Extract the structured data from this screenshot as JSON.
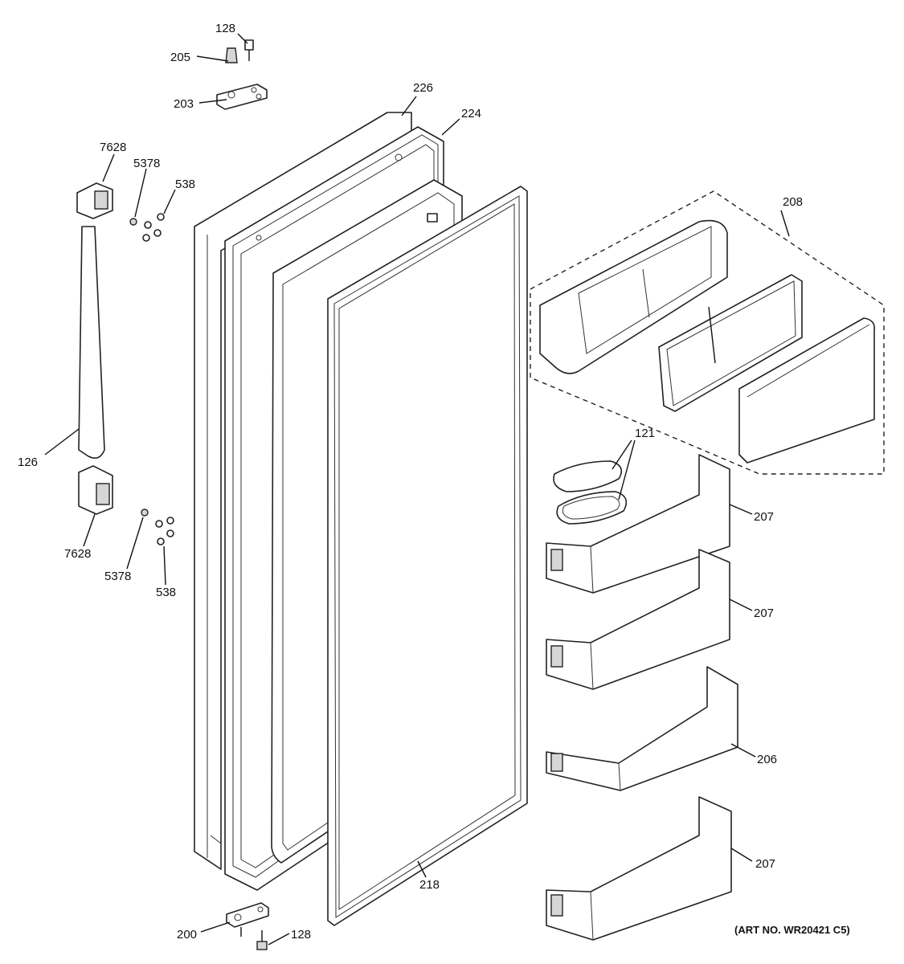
{
  "diagram": {
    "art_number": "(ART NO. WR20421 C5)",
    "callouts": [
      {
        "id": "c128a",
        "label": "128"
      },
      {
        "id": "c205",
        "label": "205"
      },
      {
        "id": "c203",
        "label": "203"
      },
      {
        "id": "c226",
        "label": "226"
      },
      {
        "id": "c224",
        "label": "224"
      },
      {
        "id": "c7628a",
        "label": "7628"
      },
      {
        "id": "c5378a",
        "label": "5378"
      },
      {
        "id": "c538a",
        "label": "538"
      },
      {
        "id": "c208",
        "label": "208"
      },
      {
        "id": "c126",
        "label": "126"
      },
      {
        "id": "c121",
        "label": "121"
      },
      {
        "id": "c207a",
        "label": "207"
      },
      {
        "id": "c7628b",
        "label": "7628"
      },
      {
        "id": "c5378b",
        "label": "5378"
      },
      {
        "id": "c538b",
        "label": "538"
      },
      {
        "id": "c207b",
        "label": "207"
      },
      {
        "id": "c206",
        "label": "206"
      },
      {
        "id": "c207c",
        "label": "207"
      },
      {
        "id": "c218",
        "label": "218"
      },
      {
        "id": "c200",
        "label": "200"
      },
      {
        "id": "c128b",
        "label": "128"
      }
    ]
  }
}
